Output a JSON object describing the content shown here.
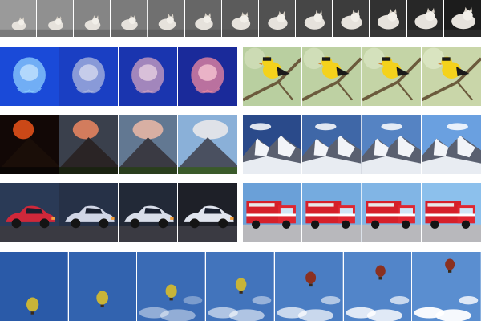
{
  "rows": [
    {
      "id": "cats",
      "subject": "cat",
      "tiles": 13
    },
    {
      "id": "jellyfish",
      "subject": "jellyfish",
      "tiles": 4
    },
    {
      "id": "bird",
      "subject": "bird",
      "tiles": 4
    },
    {
      "id": "volcano",
      "subject": "volcano",
      "tiles": 4
    },
    {
      "id": "mountain",
      "subject": "mountain",
      "tiles": 4
    },
    {
      "id": "car",
      "subject": "car",
      "tiles": 4
    },
    {
      "id": "firetruck",
      "subject": "fire-truck",
      "tiles": 4
    },
    {
      "id": "balloon",
      "subject": "hot-air-balloon",
      "tiles": 7
    }
  ]
}
